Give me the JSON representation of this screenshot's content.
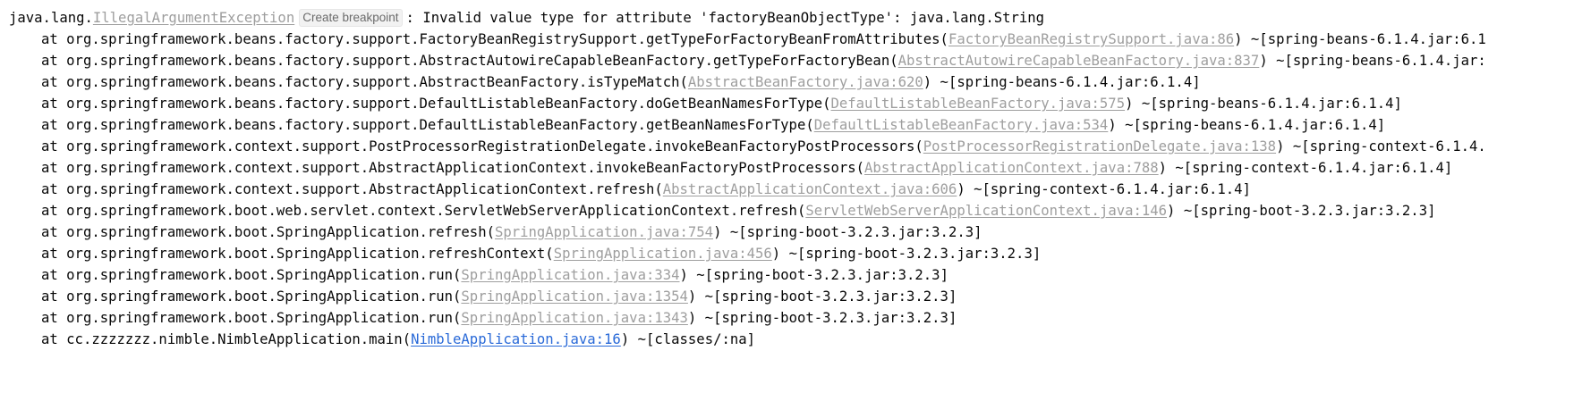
{
  "console": {
    "exception": {
      "package": "java.lang.",
      "class_link": "IllegalArgumentException",
      "breakpoint_label": "Create breakpoint",
      "message": ": Invalid value type for attribute 'factoryBeanObjectType': java.lang.String"
    },
    "frames": [
      {
        "prefix": "at org.springframework.beans.factory.support.FactoryBeanRegistrySupport.getTypeForFactoryBeanFromAttributes(",
        "link": "FactoryBeanRegistrySupport.java:86",
        "suffix": ") ~[spring-beans-6.1.4.jar:6.1"
      },
      {
        "prefix": "at org.springframework.beans.factory.support.AbstractAutowireCapableBeanFactory.getTypeForFactoryBean(",
        "link": "AbstractAutowireCapableBeanFactory.java:837",
        "suffix": ") ~[spring-beans-6.1.4.jar:"
      },
      {
        "prefix": "at org.springframework.beans.factory.support.AbstractBeanFactory.isTypeMatch(",
        "link": "AbstractBeanFactory.java:620",
        "suffix": ") ~[spring-beans-6.1.4.jar:6.1.4]"
      },
      {
        "prefix": "at org.springframework.beans.factory.support.DefaultListableBeanFactory.doGetBeanNamesForType(",
        "link": "DefaultListableBeanFactory.java:575",
        "suffix": ") ~[spring-beans-6.1.4.jar:6.1.4]"
      },
      {
        "prefix": "at org.springframework.beans.factory.support.DefaultListableBeanFactory.getBeanNamesForType(",
        "link": "DefaultListableBeanFactory.java:534",
        "suffix": ") ~[spring-beans-6.1.4.jar:6.1.4]"
      },
      {
        "prefix": "at org.springframework.context.support.PostProcessorRegistrationDelegate.invokeBeanFactoryPostProcessors(",
        "link": "PostProcessorRegistrationDelegate.java:138",
        "suffix": ") ~[spring-context-6.1.4."
      },
      {
        "prefix": "at org.springframework.context.support.AbstractApplicationContext.invokeBeanFactoryPostProcessors(",
        "link": "AbstractApplicationContext.java:788",
        "suffix": ") ~[spring-context-6.1.4.jar:6.1.4]"
      },
      {
        "prefix": "at org.springframework.context.support.AbstractApplicationContext.refresh(",
        "link": "AbstractApplicationContext.java:606",
        "suffix": ") ~[spring-context-6.1.4.jar:6.1.4]"
      },
      {
        "prefix": "at org.springframework.boot.web.servlet.context.ServletWebServerApplicationContext.refresh(",
        "link": "ServletWebServerApplicationContext.java:146",
        "suffix": ") ~[spring-boot-3.2.3.jar:3.2.3]"
      },
      {
        "prefix": "at org.springframework.boot.SpringApplication.refresh(",
        "link": "SpringApplication.java:754",
        "suffix": ") ~[spring-boot-3.2.3.jar:3.2.3]"
      },
      {
        "prefix": "at org.springframework.boot.SpringApplication.refreshContext(",
        "link": "SpringApplication.java:456",
        "suffix": ") ~[spring-boot-3.2.3.jar:3.2.3]"
      },
      {
        "prefix": "at org.springframework.boot.SpringApplication.run(",
        "link": "SpringApplication.java:334",
        "suffix": ") ~[spring-boot-3.2.3.jar:3.2.3]"
      },
      {
        "prefix": "at org.springframework.boot.SpringApplication.run(",
        "link": "SpringApplication.java:1354",
        "suffix": ") ~[spring-boot-3.2.3.jar:3.2.3]"
      },
      {
        "prefix": "at org.springframework.boot.SpringApplication.run(",
        "link": "SpringApplication.java:1343",
        "suffix": ") ~[spring-boot-3.2.3.jar:3.2.3]"
      },
      {
        "prefix": "at cc.zzzzzzz.nimble.NimbleApplication.main(",
        "link": "NimbleApplication.java:16",
        "suffix": ") ~[classes/:na]"
      }
    ]
  },
  "colors": {
    "text": "#080808",
    "library_link": "#9e9e9e",
    "project_link": "#2a6ad8",
    "background": "#ffffff"
  }
}
